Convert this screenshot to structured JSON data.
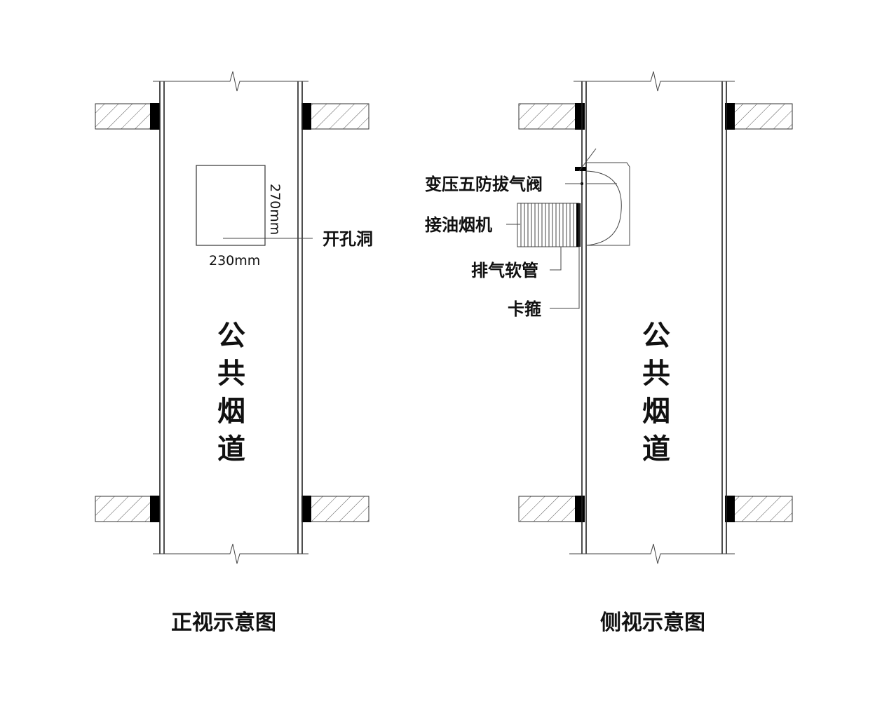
{
  "front_view": {
    "caption": "正视示意图",
    "flue_chars": [
      "公",
      "共",
      "烟",
      "道"
    ],
    "opening": {
      "label": "开孔洞",
      "width_label": "230mm",
      "height_label": "270mm"
    }
  },
  "side_view": {
    "caption": "侧视示意图",
    "flue_chars": [
      "公",
      "共",
      "烟",
      "道"
    ],
    "labels": {
      "valve": "变压五防拔气阀",
      "hood": "接油烟机",
      "hose": "排气软管",
      "clamp": "卡箍"
    }
  }
}
